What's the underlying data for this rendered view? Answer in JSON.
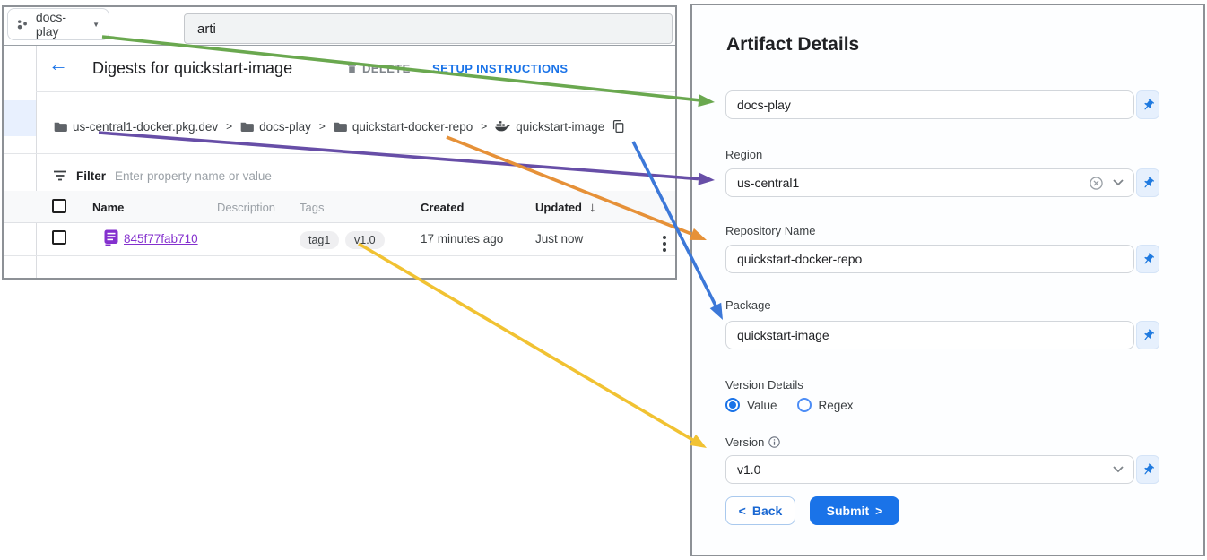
{
  "colors": {
    "accent_blue": "#1a73e8",
    "link_purple": "#8430ce",
    "panel_border": "#8d9196",
    "selected_nav": "#e8f0fe"
  },
  "icons": {
    "back_arrow": "←",
    "sort_desc": "↓",
    "caret_down": "▼",
    "breadcrumb_sep": ">"
  },
  "console": {
    "project_switcher": {
      "label": "docs-play"
    },
    "search": {
      "value": "arti"
    },
    "toolbar": {
      "title": "Digests for quickstart-image",
      "delete_label": "DELETE",
      "setup_label": "SETUP INSTRUCTIONS"
    },
    "breadcrumb": {
      "items": [
        "us-central1-docker.pkg.dev",
        "docs-play",
        "quickstart-docker-repo",
        "quickstart-image"
      ]
    },
    "filter": {
      "label": "Filter",
      "placeholder": "Enter property name or value"
    },
    "table": {
      "headers": {
        "name": "Name",
        "description": "Description",
        "tags": "Tags",
        "created": "Created",
        "updated": "Updated"
      },
      "sorted_by": "Updated",
      "row": {
        "digest": "845f77fab710",
        "tags": [
          "tag1",
          "v1.0"
        ],
        "created": "17 minutes ago",
        "updated": "Just now"
      }
    }
  },
  "panel": {
    "title": "Artifact Details",
    "project_field": {
      "value": "docs-play"
    },
    "region": {
      "label": "Region",
      "value": "us-central1"
    },
    "repository": {
      "label": "Repository Name",
      "value": "quickstart-docker-repo"
    },
    "package": {
      "label": "Package",
      "value": "quickstart-image"
    },
    "version_details": {
      "label": "Version Details",
      "options": [
        "Value",
        "Regex"
      ],
      "selected": "Value"
    },
    "version": {
      "label": "Version",
      "value": "v1.0"
    },
    "buttons": {
      "back_chevron": "<",
      "back": "Back",
      "submit": "Submit",
      "submit_chevron": ">"
    }
  },
  "arrows": {
    "green": {
      "from": "project-switcher",
      "to": "project-field",
      "color": "#6aa84f"
    },
    "purple": {
      "from": "breadcrumb-registry",
      "to": "region-field",
      "color": "#674ea7"
    },
    "orange": {
      "from": "breadcrumb-repository",
      "to": "repository-field",
      "color": "#e69138"
    },
    "blue": {
      "from": "breadcrumb-package",
      "to": "package-field",
      "color": "#3c78d8"
    },
    "yellow": {
      "from": "tag-chip-v1-0",
      "to": "version-field",
      "color": "#f1c232"
    }
  }
}
